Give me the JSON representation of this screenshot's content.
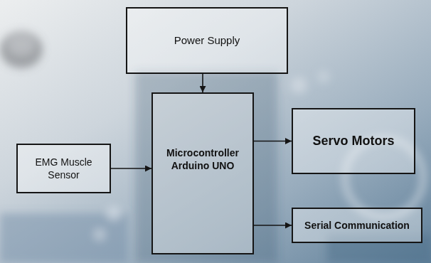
{
  "diagram": {
    "nodes": [
      {
        "text": [
          "Power Supply"
        ]
      },
      {
        "text": [
          "EMG Muscle Sensor"
        ]
      },
      {
        "text": [
          "Microcontroller Arduino UNO"
        ]
      },
      {
        "text": [
          "Servo Motors"
        ]
      },
      {
        "text": [
          "Serial Communication"
        ]
      }
    ],
    "edges": [
      {
        "from": 0,
        "to": 2,
        "arrow": "to"
      },
      {
        "from": 1,
        "to": 2,
        "arrow": "to"
      },
      {
        "from": 2,
        "to": 3,
        "arrow": "to"
      },
      {
        "from": 2,
        "to": 4,
        "arrow": "to"
      }
    ]
  }
}
